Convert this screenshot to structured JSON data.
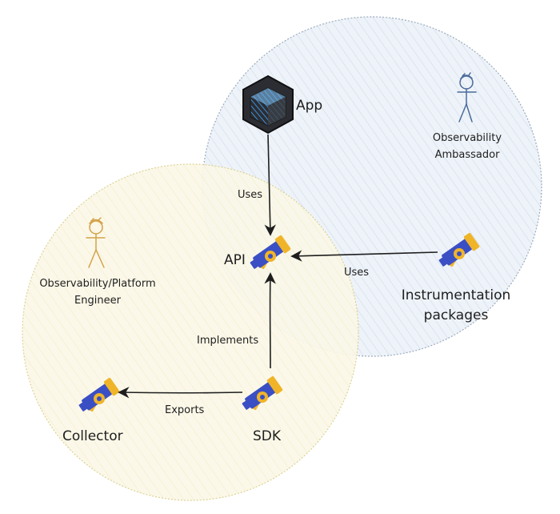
{
  "nodes": {
    "app": "App",
    "api": "API",
    "sdk": "SDK",
    "collector": "Collector",
    "instrumentation_line1": "Instrumentation",
    "instrumentation_line2": "packages"
  },
  "edges": {
    "app_to_api": "Uses",
    "instr_to_api": "Uses",
    "sdk_to_api": "Implements",
    "sdk_to_collector": "Exports"
  },
  "roles": {
    "ambassador_line1": "Observability",
    "ambassador_line2": "Ambassador",
    "engineer_line1": "Observability/Platform",
    "engineer_line2": "Engineer"
  },
  "icons": {
    "app": "hexagon-cube-icon",
    "telescope": "telescope-icon",
    "person": "stick-figure-icon"
  },
  "colors": {
    "blue_circle_fill": "#eef3f9",
    "blue_circle_stroke": "#9aabbd",
    "yellow_circle_fill": "#fbf8e8",
    "yellow_circle_stroke": "#d9cf8c",
    "telescope_blue": "#3b4fc4",
    "telescope_orange": "#f0b429",
    "ambassador_figure": "#4a6b9c",
    "engineer_figure": "#d4a24a",
    "app_fill": "#3a8ed6"
  }
}
